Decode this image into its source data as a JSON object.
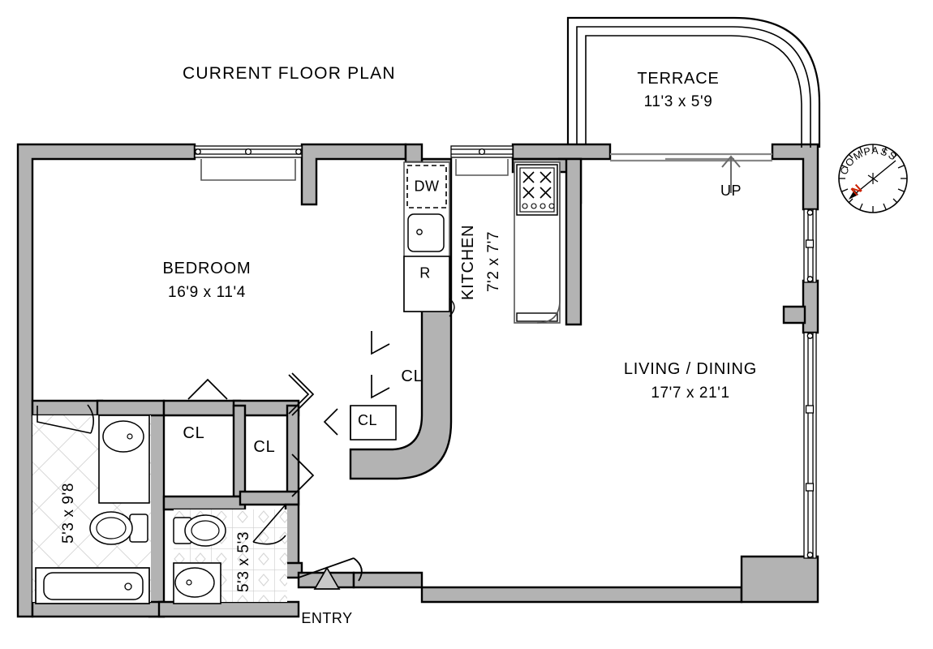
{
  "document": {
    "title": "CURRENT FLOOR PLAN",
    "type": "residential-floor-plan",
    "line_color": "#000000",
    "wall_fill": "#b3b3b3",
    "background": "#ffffff",
    "compass_needle_color": "#cc2200"
  },
  "rooms": [
    {
      "id": "bedroom",
      "name": "BEDROOM",
      "dimensions": "16'9 x 11'4",
      "orientation": "horizontal"
    },
    {
      "id": "living_dining",
      "name": "LIVING / DINING",
      "dimensions": "17'7 x 21'1",
      "orientation": "horizontal"
    },
    {
      "id": "terrace",
      "name": "TERRACE",
      "dimensions": "11'3 x 5'9",
      "orientation": "horizontal"
    },
    {
      "id": "kitchen",
      "name": "KITCHEN",
      "dimensions": "7'2 x 7'7",
      "orientation": "vertical"
    },
    {
      "id": "bath_master",
      "name": "",
      "dimensions": "5'3 x 9'8",
      "orientation": "vertical"
    },
    {
      "id": "bath_second",
      "name": "",
      "dimensions": "5'3 x 5'3",
      "orientation": "vertical"
    }
  ],
  "closets": [
    {
      "id": "cl_hall_upper",
      "label": "CL"
    },
    {
      "id": "cl_left",
      "label": "CL"
    },
    {
      "id": "cl_mid",
      "label": "CL"
    },
    {
      "id": "cl_small",
      "label": "CL"
    }
  ],
  "fixtures": [
    {
      "id": "dishwasher",
      "label": "DW",
      "note": "dashed outline"
    },
    {
      "id": "refrigerator",
      "label": "R"
    },
    {
      "id": "kitchen_sink",
      "label": ""
    },
    {
      "id": "range",
      "label": ""
    }
  ],
  "markers": {
    "entry_label": "ENTRY",
    "up_label": "UP"
  },
  "compass": {
    "ring_label": "COMPASS",
    "north_label": "N"
  }
}
